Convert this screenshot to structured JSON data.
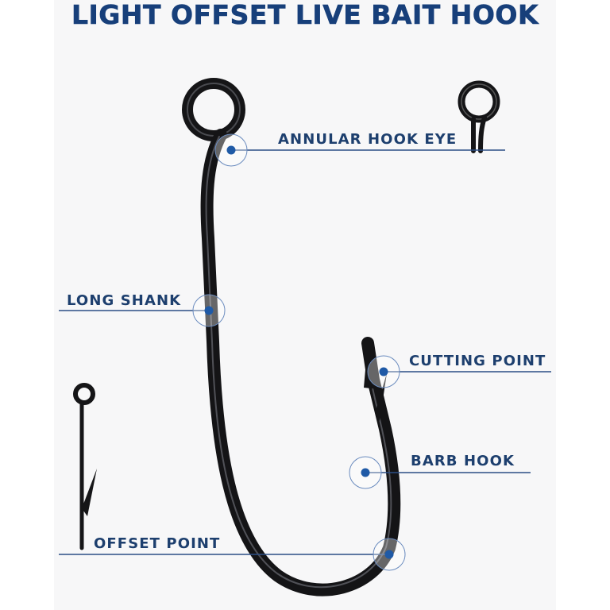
{
  "title": "LIGHT OFFSET LIVE BAIT HOOK",
  "callouts": {
    "eye": "ANNULAR HOOK EYE",
    "shank": "LONG SHANK",
    "cutting": "CUTTING POINT",
    "barb": "BARB HOOK",
    "offset": "OFFSET POINT"
  },
  "colors": {
    "title": "#173f7a",
    "label": "#1d3f6e",
    "line": "#2c4f86",
    "dot": "#1f5aa6",
    "hook": "#1c1c1e"
  }
}
